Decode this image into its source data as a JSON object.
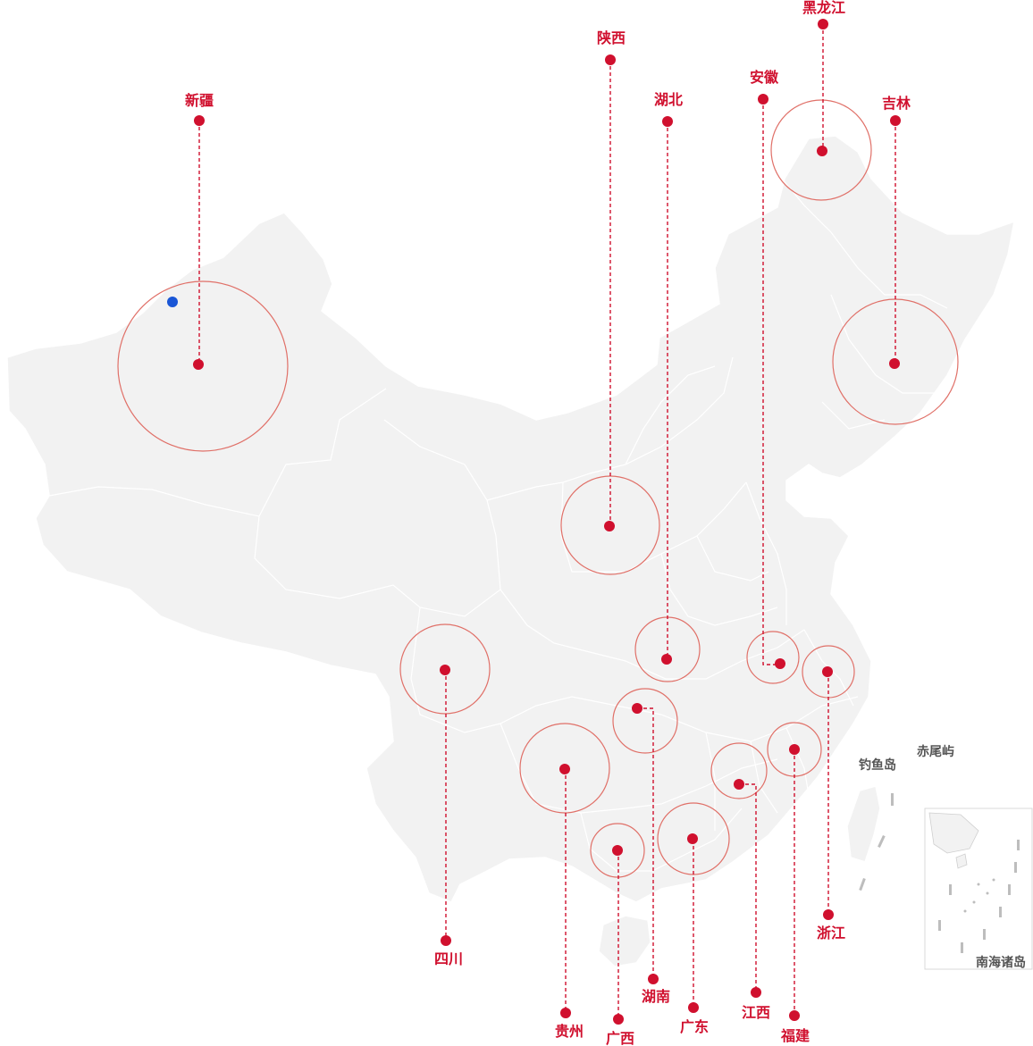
{
  "provinces": [
    {
      "name": "新疆"
    },
    {
      "name": "陕西"
    },
    {
      "name": "湖北"
    },
    {
      "name": "安徽"
    },
    {
      "name": "黑龙江"
    },
    {
      "name": "吉林"
    },
    {
      "name": "四川"
    },
    {
      "name": "贵州"
    },
    {
      "name": "广西"
    },
    {
      "name": "湖南"
    },
    {
      "name": "广东"
    },
    {
      "name": "江西"
    },
    {
      "name": "福建"
    },
    {
      "name": "浙江"
    }
  ],
  "islands": {
    "diaoyu": "钓鱼岛",
    "chiwei": "赤尾屿",
    "nanhai": "南海诸岛"
  },
  "colors": {
    "accent": "#d0102e",
    "ring": "#e07068",
    "land": "#f2f2f2",
    "marker": "#1a56d6"
  }
}
